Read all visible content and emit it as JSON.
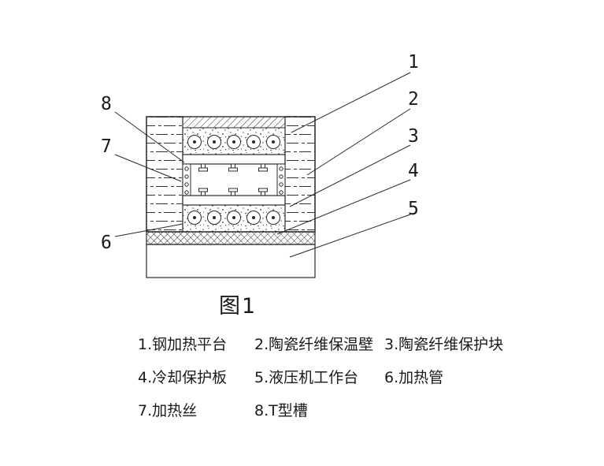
{
  "figure": {
    "caption": "图1",
    "callouts": {
      "n1": "1",
      "n2": "2",
      "n3": "3",
      "n4": "4",
      "n5": "5",
      "n6": "6",
      "n7": "7",
      "n8": "8"
    },
    "parts": {
      "p1": "钢加热平台",
      "p2": "陶瓷纤维保温壁",
      "p3": "陶瓷纤维保护块",
      "p4": "冷却保护板",
      "p5": "液压机工作台",
      "p6": "加热管",
      "p7": "加热丝",
      "p8": "T型槽"
    }
  },
  "legend": {
    "rows": [
      {
        "items": [
          "1.钢加热平台",
          "2.陶瓷纤维保温壁",
          "3.陶瓷纤维保护块"
        ]
      },
      {
        "items": [
          "4.冷却保护板",
          "5.液压机工作台",
          "6.加热管"
        ]
      },
      {
        "items": [
          "7.加热丝",
          "8.T型槽"
        ]
      }
    ]
  }
}
